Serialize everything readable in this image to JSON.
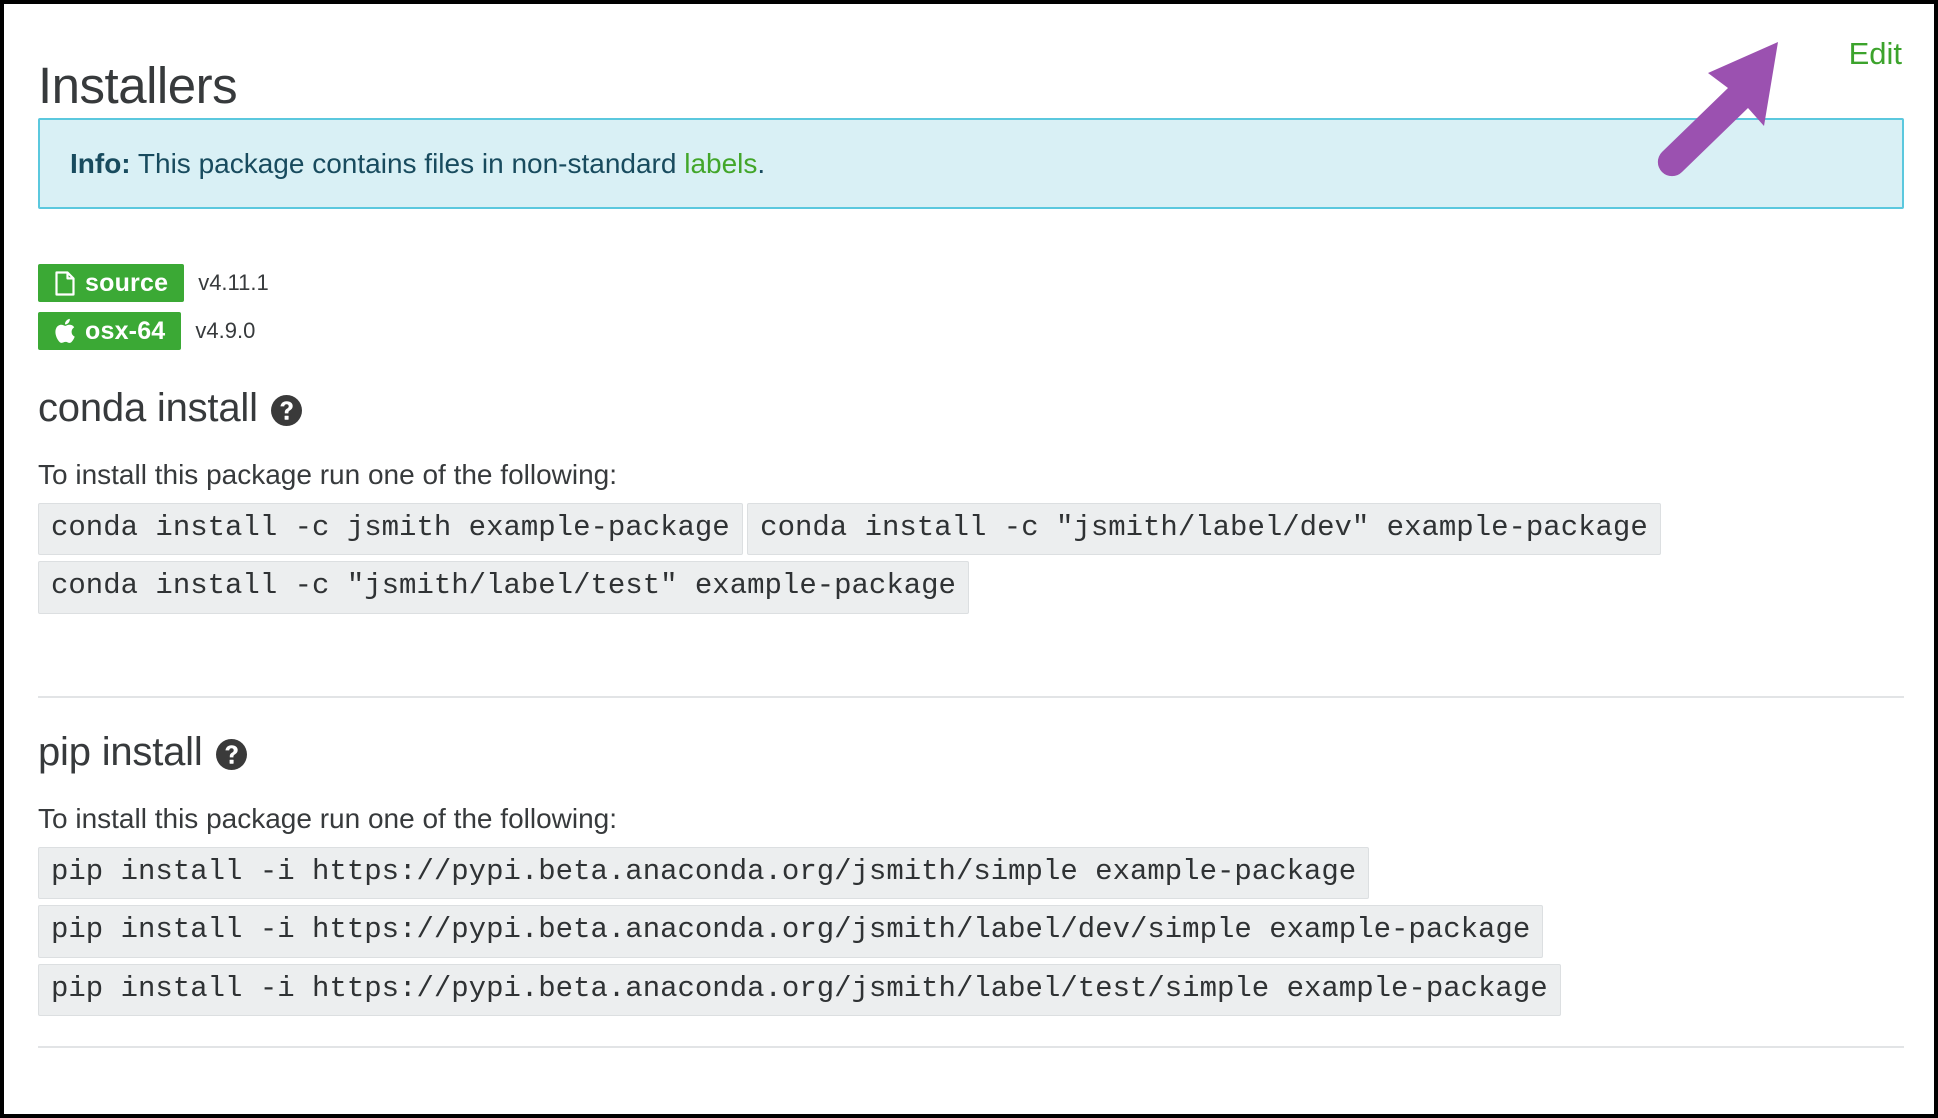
{
  "page": {
    "title": "Installers",
    "edit_label": "Edit"
  },
  "alert": {
    "label": "Info:",
    "text_before": " This package contains files in non-standard ",
    "link_label": "labels",
    "text_after": "."
  },
  "installers": [
    {
      "icon": "file-icon",
      "platform": "source",
      "version": "v4.11.1"
    },
    {
      "icon": "apple-icon",
      "platform": "osx-64",
      "version": "v4.9.0"
    }
  ],
  "conda_section": {
    "title": "conda install",
    "help_icon": "question-mark-circle-icon",
    "description": "To install this package run one of the following:",
    "commands": [
      "conda install -c jsmith example-package",
      "conda install -c \"jsmith/label/dev\" example-package",
      "conda install -c \"jsmith/label/test\" example-package"
    ]
  },
  "pip_section": {
    "title": "pip install",
    "help_icon": "question-mark-circle-icon",
    "description": "To install this package run one of the following:",
    "commands": [
      "pip install -i https://pypi.beta.anaconda.org/jsmith/simple example-package",
      "pip install -i https://pypi.beta.anaconda.org/jsmith/label/dev/simple example-package",
      "pip install -i https://pypi.beta.anaconda.org/jsmith/label/test/simple example-package"
    ]
  },
  "annotation": {
    "shape": "arrow-pointing-up-right",
    "color": "#9b51b0",
    "target": "Edit"
  },
  "colors": {
    "badge_green": "#3ba935",
    "link_green": "#3ca32c",
    "alert_bg": "#d9f0f5",
    "alert_border": "#5bc8de",
    "alert_text": "#184b5e",
    "code_bg": "#eceeef",
    "text": "#373a3c",
    "annotation_purple": "#9b51b0"
  }
}
